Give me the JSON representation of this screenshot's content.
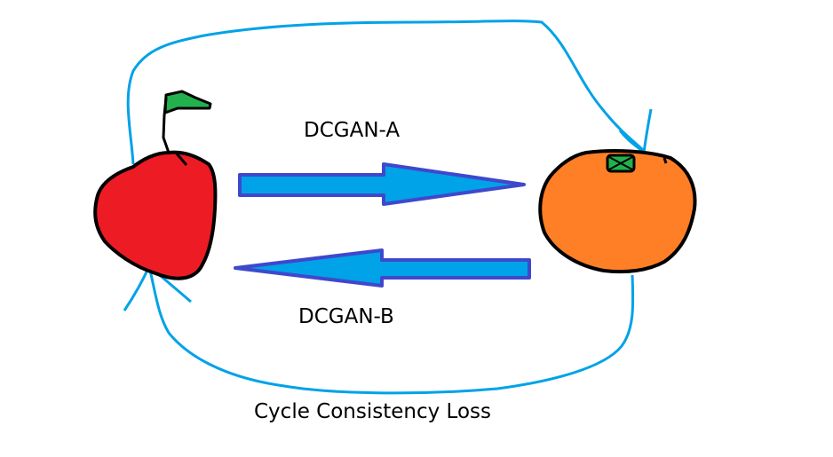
{
  "diagram": {
    "title": "CycleGAN-style fruit translation",
    "nodes": [
      {
        "id": "apple",
        "label": "apple",
        "fill": "#ed1c24",
        "leaf": "#22b14c"
      },
      {
        "id": "orange",
        "label": "orange",
        "fill": "#ff7f27",
        "leaf": "#22b14c"
      }
    ],
    "edges": [
      {
        "id": "dcgan-a",
        "from": "apple",
        "to": "orange",
        "label": "DCGAN-A"
      },
      {
        "id": "dcgan-b",
        "from": "orange",
        "to": "apple",
        "label": "DCGAN-B"
      }
    ],
    "loop_label": "Cycle Consistency Loss",
    "colors": {
      "arrow_fill": "#00a2e8",
      "arrow_stroke": "#3f48cc",
      "loop_line": "#00a2e8",
      "outline": "#000000"
    }
  }
}
